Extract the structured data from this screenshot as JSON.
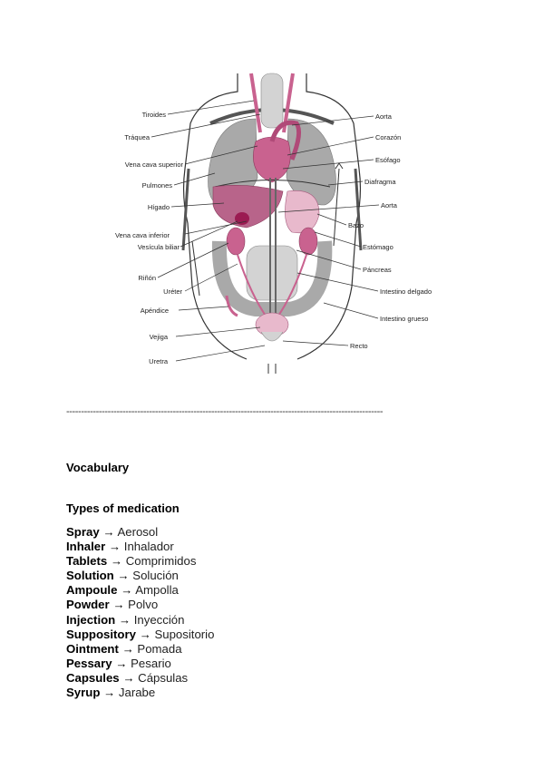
{
  "figure": {
    "labels_left": [
      "Tiroides",
      "Tráquea",
      "Vena cava superior",
      "Pulmones",
      "Hígado",
      "Vena cava inferior",
      "Vesícula biliar",
      "Riñón",
      "Uréter",
      "Apéndice",
      "Vejiga",
      "Uretra"
    ],
    "labels_right": [
      "Aorta",
      "Corazón",
      "Esófago",
      "Diafragma",
      "Aorta",
      "Bazo",
      "Estómago",
      "Páncreas",
      "Intestino delgado",
      "Intestino grueso",
      "Recto"
    ],
    "colors": {
      "organ_pink": "#c9628f",
      "organ_light_pink": "#e8b9cc",
      "organ_gray": "#a9a9a9",
      "organ_light_gray": "#d3d3d3",
      "vessel_dark": "#555555"
    }
  },
  "divider": "-----------------------------------------------------------------------------------------------------------",
  "vocabulary_title": "Vocabulary",
  "types_title": "Types of medication",
  "arrow": "→",
  "medications": [
    {
      "en": "Spray",
      "es": "Aerosol"
    },
    {
      "en": "Inhaler",
      "es": "Inhalador"
    },
    {
      "en": "Tablets",
      "es": "Comprimidos"
    },
    {
      "en": "Solution",
      "es": "Solución"
    },
    {
      "en": "Ampoule",
      "es": "Ampolla"
    },
    {
      "en": "Powder",
      "es": "Polvo"
    },
    {
      "en": "Injection",
      "es": "Inyección"
    },
    {
      "en": "Suppository",
      "es": "Supositorio"
    },
    {
      "en": "Ointment",
      "es": "Pomada"
    },
    {
      "en": "Pessary",
      "es": "Pesario"
    },
    {
      "en": "Capsules",
      "es": "Cápsulas"
    },
    {
      "en": "Syrup",
      "es": "Jarabe"
    }
  ]
}
